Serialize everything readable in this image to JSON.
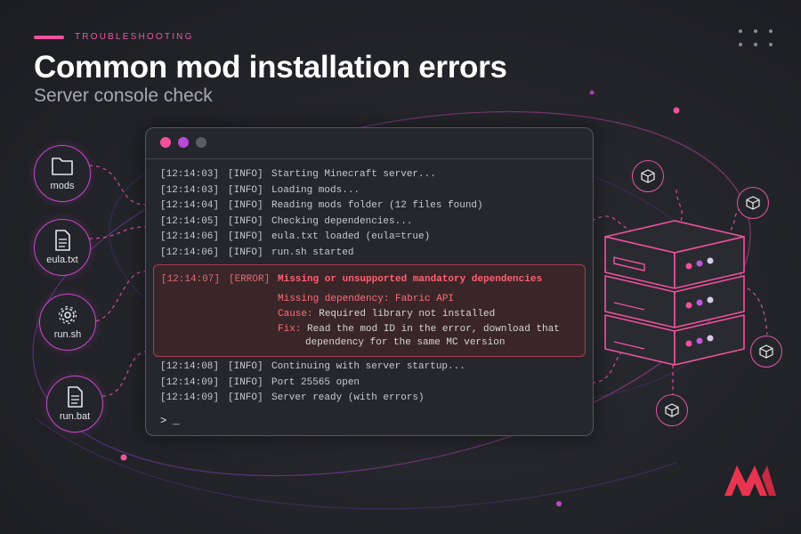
{
  "header": {
    "eyebrow": "TROUBLESHOOTING",
    "title": "Common mod installation errors",
    "subtitle": "Server console check"
  },
  "files": [
    {
      "label": "mods",
      "icon": "folder-icon"
    },
    {
      "label": "eula.txt",
      "icon": "document-icon"
    },
    {
      "label": "run.sh",
      "icon": "gear-icon"
    },
    {
      "label": "run.bat",
      "icon": "document-icon"
    }
  ],
  "console": {
    "logs_before": [
      {
        "time": "[12:14:03]",
        "level": "[INFO]",
        "text": "Starting Minecraft server..."
      },
      {
        "time": "[12:14:03]",
        "level": "[INFO]",
        "text": "Loading mods..."
      },
      {
        "time": "[12:14:04]",
        "level": "[INFO]",
        "text": "Reading mods folder (12 files found)"
      },
      {
        "time": "[12:14:05]",
        "level": "[INFO]",
        "text": "Checking dependencies..."
      },
      {
        "time": "[12:14:06]",
        "level": "[INFO]",
        "text": "eula.txt loaded (eula=true)"
      },
      {
        "time": "[12:14:06]",
        "level": "[INFO]",
        "text": "run.sh started"
      }
    ],
    "error": {
      "time": "[12:14:07]",
      "level": "[ERROR]",
      "message": "Missing or unsupported mandatory dependencies",
      "detail": "Missing dependency: Fabric API",
      "cause_label": "Cause:",
      "cause": "Required library not installed",
      "fix_label": "Fix:",
      "fix_line1": "Read the mod ID in the error, download that",
      "fix_line2": "dependency for the same MC version"
    },
    "logs_after": [
      {
        "time": "[12:14:08]",
        "level": "[INFO]",
        "text": "Continuing with server startup..."
      },
      {
        "time": "[12:14:09]",
        "level": "[INFO]",
        "text": "Port 25565 open"
      },
      {
        "time": "[12:14:09]",
        "level": "[INFO]",
        "text": "Server ready (with errors)"
      }
    ],
    "prompt": "> _"
  },
  "colors": {
    "accent_pink": "#f0529c",
    "accent_purple": "#b84ad6",
    "error_red": "#ff5a6e",
    "background": "#232429"
  }
}
